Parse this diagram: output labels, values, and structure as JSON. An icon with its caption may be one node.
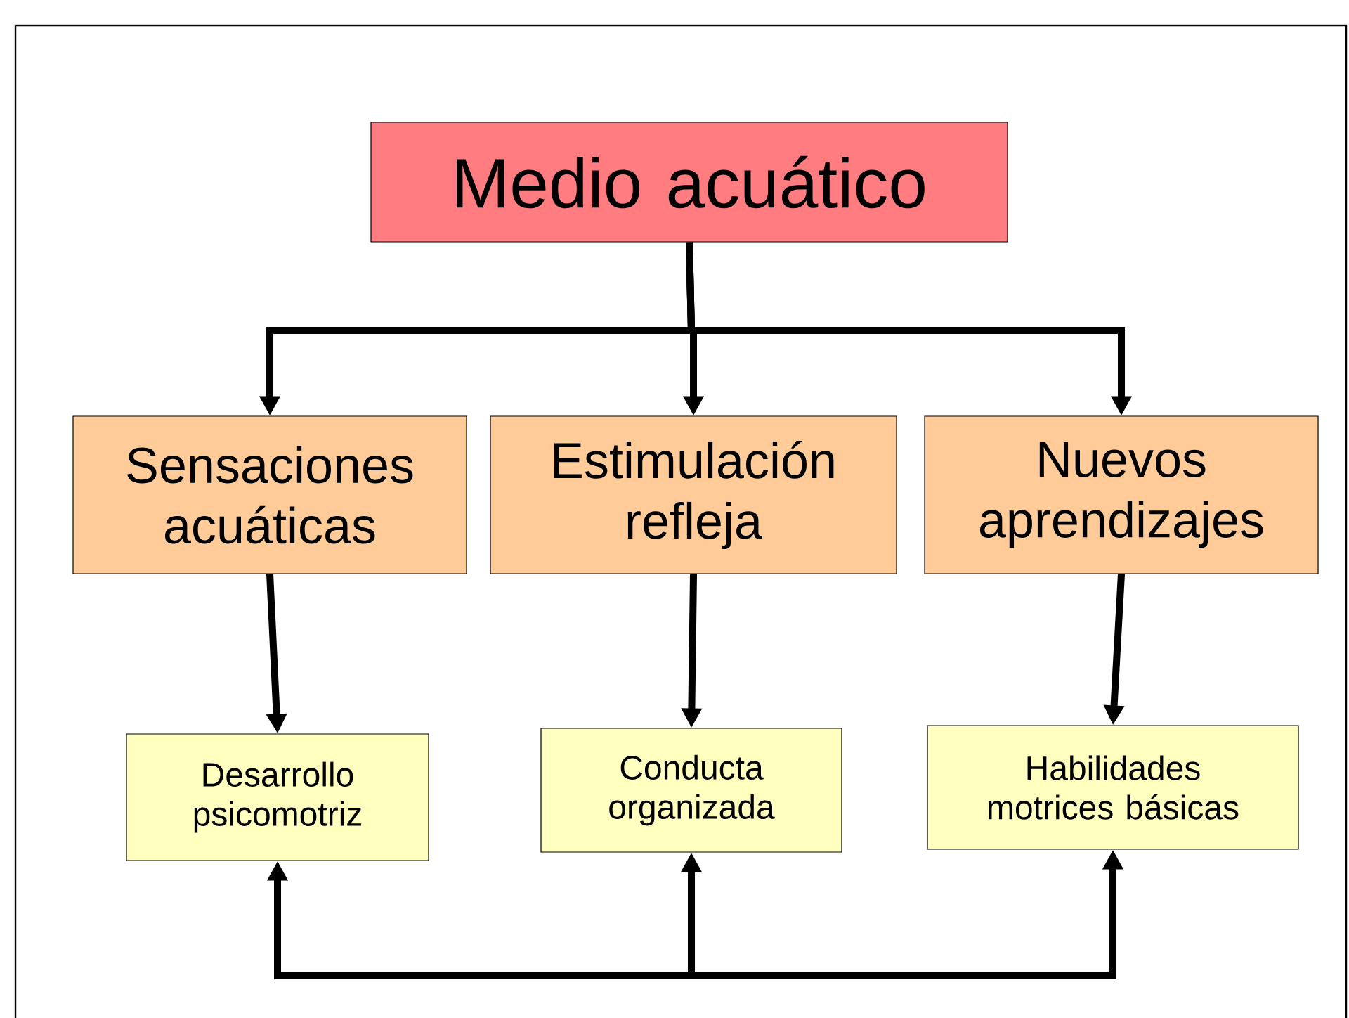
{
  "diagram": {
    "nodes": [
      {
        "text": [
          "Medio acuático"
        ]
      },
      {
        "text": [
          "Sensaciones acuáticas"
        ]
      },
      {
        "text": [
          "Estimulación refleja"
        ]
      },
      {
        "text": [
          "Nuevos aprendizajes"
        ]
      },
      {
        "text": [
          "Desarrollo psicomotriz"
        ]
      },
      {
        "text": [
          "Conducta organizada"
        ]
      },
      {
        "text": [
          "Habilidades motrices básicas"
        ]
      }
    ],
    "edges": [
      {
        "from": 0,
        "to": 1,
        "arrow": "to"
      },
      {
        "from": 0,
        "to": 2,
        "arrow": "to"
      },
      {
        "from": 0,
        "to": 3,
        "arrow": "to"
      },
      {
        "from": 1,
        "to": 4,
        "arrow": "to"
      },
      {
        "from": 2,
        "to": 5,
        "arrow": "to"
      },
      {
        "from": 3,
        "to": 6,
        "arrow": "to"
      },
      {
        "from": null,
        "to": 4,
        "arrow": "to"
      },
      {
        "from": null,
        "to": 5,
        "arrow": "to"
      },
      {
        "from": null,
        "to": 6,
        "arrow": "to"
      }
    ]
  }
}
